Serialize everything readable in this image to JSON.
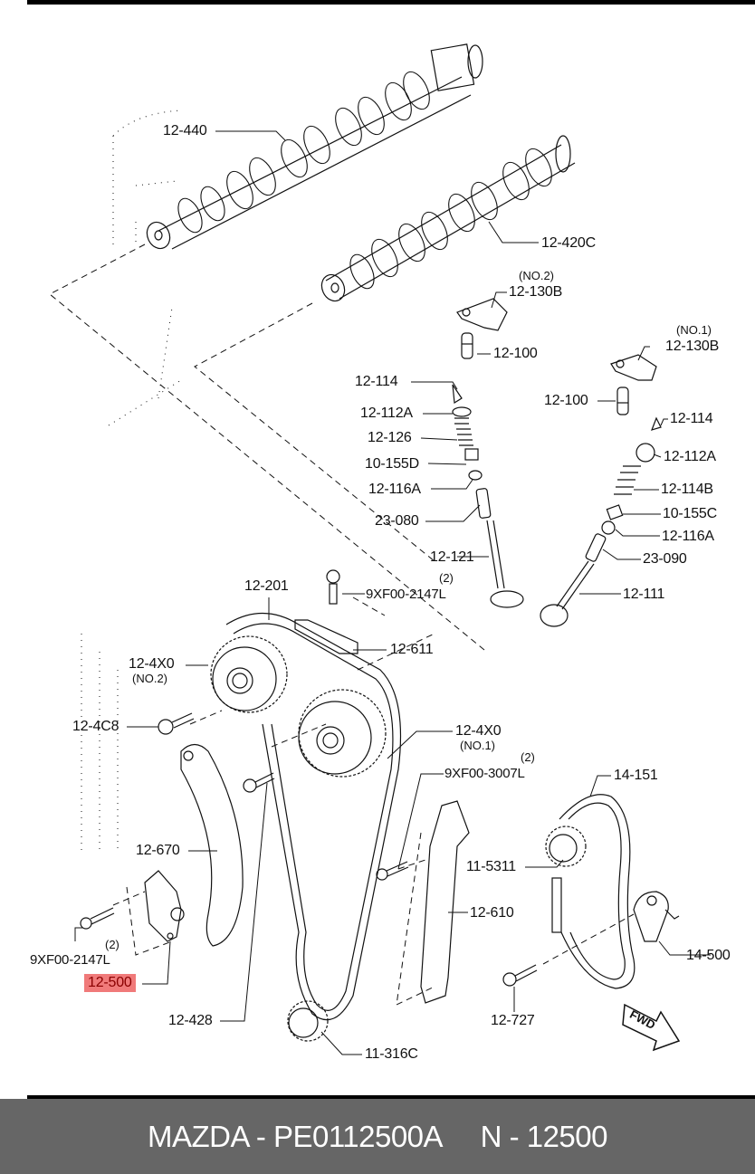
{
  "diagram": {
    "title": "Timing chain and camshaft exploded parts diagram",
    "highlighted_part": "12-500",
    "highlight_color": "#f07a7a",
    "labels": {
      "p12_440": "12-440",
      "p12_420c": "12-420C",
      "p12_130b_no2": "12-130B",
      "no2_a": "(NO.2)",
      "p12_100_a": "12-100",
      "p12_130b_no1": "12-130B",
      "no1_a": "(NO.1)",
      "p12_100_b": "12-100",
      "p12_114_a": "12-114",
      "p12_112a_a": "12-112A",
      "p12_126": "12-126",
      "p10_155d": "10-155D",
      "p12_116a_a": "12-116A",
      "p23_080": "23-080",
      "p12_121": "12-121",
      "p12_114_b": "12-114",
      "p12_112a_b": "12-112A",
      "p12_114b": "12-114B",
      "p10_155c": "10-155C",
      "p12_116a_b": "12-116A",
      "p23_090": "23-090",
      "p12_111": "12-111",
      "p12_201": "12-201",
      "p9xf00_2147l_a": "9XF00-2147L",
      "qty2_a": "(2)",
      "p12_611": "12-611",
      "p12_4x0_no2": "12-4X0",
      "no2_b": "(NO.2)",
      "p12_4c8": "12-4C8",
      "p12_4x0_no1": "12-4X0",
      "no1_b": "(NO.1)",
      "p9xf00_3007l": "9XF00-3007L",
      "qty2_b": "(2)",
      "p14_151": "14-151",
      "p12_670": "12-670",
      "p11_5311": "11-5311",
      "p12_610": "12-610",
      "p14_500": "14-500",
      "p9xf00_2147l_b": "9XF00-2147L",
      "qty2_c": "(2)",
      "p12_500": "12-500",
      "p12_428": "12-428",
      "p12_727": "12-727",
      "p11_316c": "11-316C",
      "fwd": "FWD"
    }
  },
  "footer": {
    "text": "MAZDA - PE0112500A     N - 12500",
    "brand": "MAZDA",
    "part_number": "PE0112500A",
    "ref": "N - 12500"
  }
}
